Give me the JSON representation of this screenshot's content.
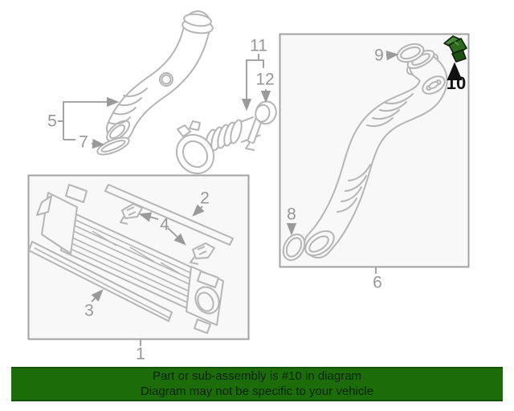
{
  "banner": {
    "line1": "Part or sub-assembly is #10 in diagram",
    "line2": "Diagram may not be specific to your vehicle"
  },
  "labels": [
    {
      "text": "1"
    },
    {
      "text": "2"
    },
    {
      "text": "3"
    },
    {
      "text": "4"
    },
    {
      "text": "5"
    },
    {
      "text": "6"
    },
    {
      "text": "7"
    },
    {
      "text": "8"
    },
    {
      "text": "9"
    },
    {
      "text": "10"
    },
    {
      "text": "11"
    },
    {
      "text": "12"
    }
  ],
  "highlighted_callout": "10",
  "colors": {
    "banner_bg": "#1c6d0a",
    "banner_border": "#12520a",
    "banner_text": "#062200",
    "diagram_line": "#b5b5b5",
    "label_gray": "#979797",
    "label_black": "#111111",
    "highlight_green": "#2e6b1f",
    "panel_bg": "#f8f8f8",
    "panel_border": "#a2a2a2"
  }
}
